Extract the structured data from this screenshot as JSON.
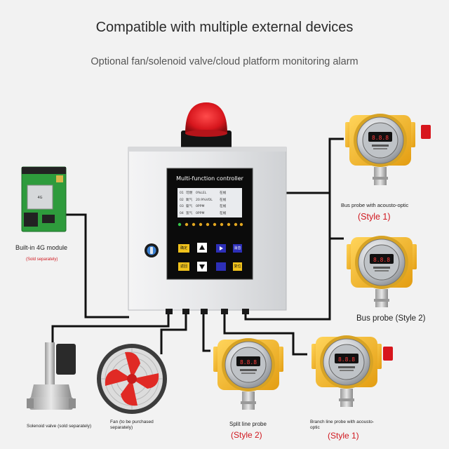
{
  "header": {
    "title": "Compatible with multiple external devices",
    "subtitle": "Optional fan/solenoid valve/cloud platform monitoring alarm"
  },
  "controller": {
    "screen_title": "Multi-function controller",
    "rows": [
      {
        "no": "01",
        "gas": "可燃",
        "value": "0%LEL",
        "state": "在线"
      },
      {
        "no": "02",
        "gas": "氧气",
        "value": "20.9%VOL",
        "state": "在线"
      },
      {
        "no": "03",
        "gas": "氨气",
        "value": "0PPM",
        "state": "在线"
      },
      {
        "no": "04",
        "gas": "氢气",
        "value": "0PPM",
        "state": "在线"
      }
    ],
    "buttons": {
      "confirm": "确定",
      "return": "返回",
      "mute": "消音",
      "reset": "复位"
    }
  },
  "devices": {
    "module_4g": {
      "label": "Built-in 4G module",
      "note": "(Sold separately)"
    },
    "bus_probe_1": {
      "label": "Bus probe with acousto-optic",
      "style": "(Style 1)"
    },
    "bus_probe_2": {
      "label": "Bus probe (Style 2)"
    },
    "split_probe": {
      "label": "Split line probe",
      "style": "(Style 2)"
    },
    "branch_probe": {
      "label": "Branch line probe with acousto-optic",
      "style": "(Style 1)"
    },
    "fan": {
      "label": "Fan (to be purchased separately)"
    },
    "valve": {
      "label": "Solenoid valve (sold separately)"
    }
  },
  "colors": {
    "wire": "#111111",
    "probe_yellow": "#f0b21b",
    "accent_red": "#d0181f",
    "cabinet": "#e4e5e7"
  }
}
